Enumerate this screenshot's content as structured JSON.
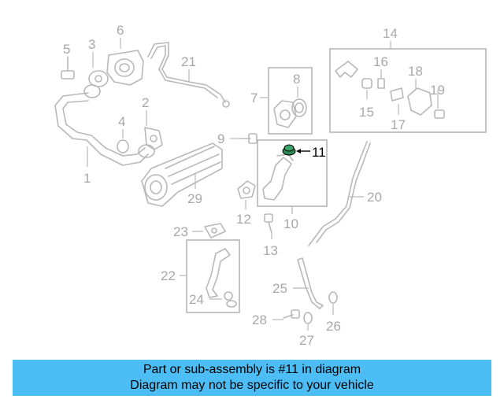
{
  "diagram": {
    "callouts": {
      "c1": "1",
      "c2": "2",
      "c3": "3",
      "c4": "4",
      "c5": "5",
      "c6": "6",
      "c7": "7",
      "c8": "8",
      "c9": "9",
      "c10": "10",
      "c11": "11",
      "c12": "12",
      "c13": "13",
      "c14": "14",
      "c15": "15",
      "c16": "16",
      "c17": "17",
      "c18": "18",
      "c19": "19",
      "c20": "20",
      "c21": "21",
      "c22": "22",
      "c23": "23",
      "c24": "24",
      "c25": "25",
      "c26": "26",
      "c27": "27",
      "c28": "28",
      "c29": "29"
    },
    "highlighted_part": "11",
    "highlight_color": "#2e8b57",
    "line_color": "#b8b8b8"
  },
  "banner": {
    "line1": "Part or sub-assembly is #11 in diagram",
    "line2": "Diagram may not be specific to your vehicle",
    "background": "#4dbdf5"
  }
}
